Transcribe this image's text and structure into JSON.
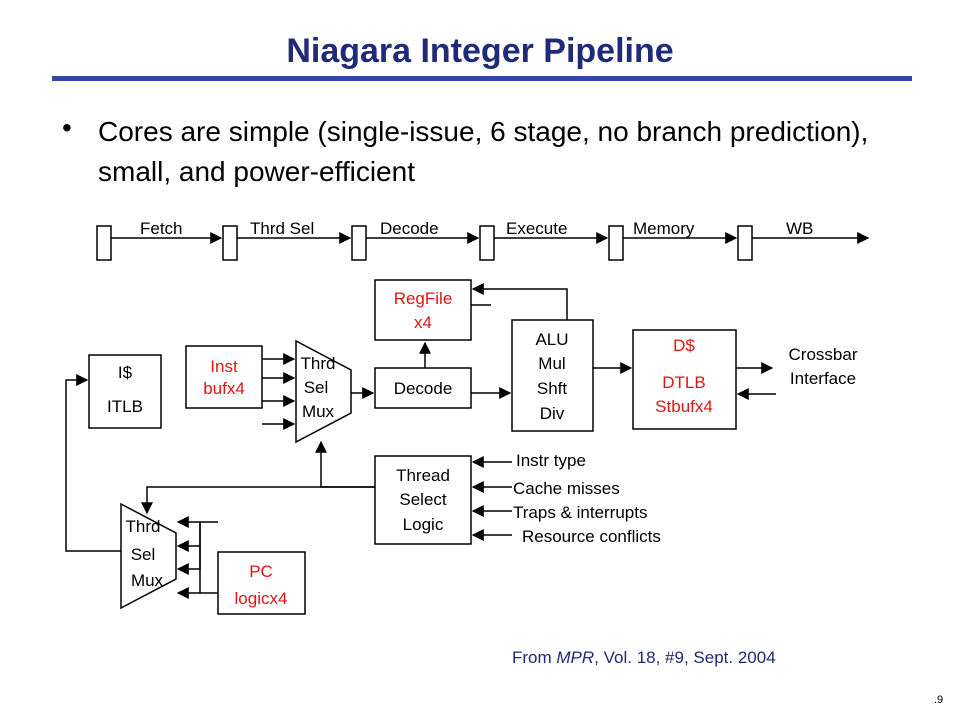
{
  "slide": {
    "title": "Niagara Integer Pipeline",
    "bullet": "Cores are simple (single-issue, 6 stage, no branch prediction), small, and power-efficient",
    "source_prefix": "From ",
    "source_italic": "MPR",
    "source_suffix": ", Vol. 18, #9, Sept. 2004",
    "page_number": ".9"
  },
  "stages": [
    "Fetch",
    "Thrd Sel",
    "Decode",
    "Execute",
    "Memory",
    "WB"
  ],
  "blocks": {
    "icache": [
      "I$",
      "ITLB"
    ],
    "inst_buf": [
      "Inst",
      "bufx4"
    ],
    "thrd_sel_mux_top": [
      "Thrd",
      "Sel",
      "Mux"
    ],
    "regfile": [
      "RegFile",
      "x4"
    ],
    "decode": [
      "Decode"
    ],
    "alu": [
      "ALU",
      "Mul",
      "Shft",
      "Div"
    ],
    "dcache": [
      "D$",
      "DTLB",
      "Stbufx4"
    ],
    "crossbar": [
      "Crossbar",
      "Interface"
    ],
    "thread_select": [
      "Thread",
      "Select",
      "Logic"
    ],
    "thrd_sel_mux_bottom": [
      "Thrd",
      "Sel",
      "Mux"
    ],
    "pc_logic": [
      "PC",
      "logicx4"
    ]
  },
  "signals": [
    "Instr type",
    "Cache misses",
    "Traps & interrupts",
    "Resource conflicts"
  ],
  "colors": {
    "title": "#1f2a78",
    "rule": "#3344aa",
    "highlight": "#e01414"
  }
}
